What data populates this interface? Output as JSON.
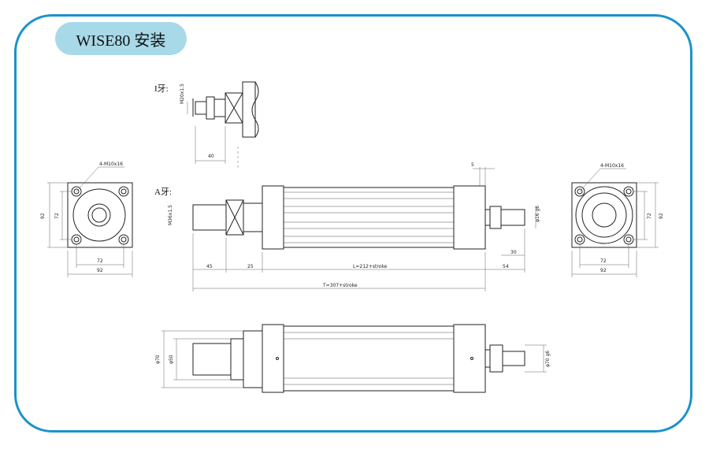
{
  "title": "WISE80 安装",
  "thread_i_label": "I牙:",
  "thread_a_label": "A牙:",
  "thread_i_spec": "M20x1.5",
  "thread_a_spec": "M36x1.5",
  "dim_40": "40",
  "dim_5": "5",
  "phi16": "φ16 g6",
  "dim_30": "30",
  "dim_45": "45",
  "dim_25": "25",
  "dim_L": "L=212+stroke",
  "dim_54": "54",
  "dim_T": "T=307+stroke",
  "left_view": {
    "hole": "4-M10x16",
    "d92v": "92",
    "d72v": "72",
    "d72h": "72",
    "d92h": "92"
  },
  "right_view": {
    "hole": "4-M10x16",
    "d72v": "72",
    "d92v": "92",
    "d72h": "72",
    "d92h": "92"
  },
  "bottom_view": {
    "phi70": "φ70",
    "phi50": "φ50",
    "phi70g6": "φ70 g6"
  },
  "colors": {
    "frame": "#1a93c9",
    "pill": "#a8d9e8"
  }
}
